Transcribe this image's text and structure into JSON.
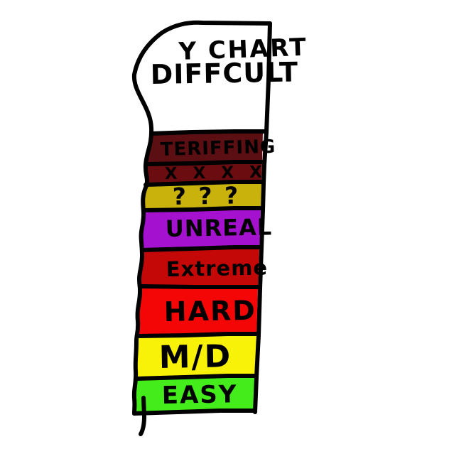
{
  "drawing": {
    "kind": "hand-drawn-difficulty-chart",
    "background_color": "#ffffff",
    "ink_color": "#000000",
    "title": {
      "line1": "Y CHART",
      "line2": "DIFFCULT",
      "reading": "DIFFICULTY CHART"
    },
    "bands": [
      {
        "label": "TERIFFING",
        "color": "#5c0f13",
        "rank": 1
      },
      {
        "label": "X X X X",
        "color": "#6b0d10",
        "rank": 2
      },
      {
        "label": "? ? ?",
        "color": "#c9b20b",
        "rank": 3
      },
      {
        "label": "UNREAL",
        "color": "#a512cf",
        "rank": 4
      },
      {
        "label": "Extreme",
        "color": "#c40808",
        "rank": 5
      },
      {
        "label": "HARD",
        "color": "#f40606",
        "rank": 6
      },
      {
        "label": "M/D",
        "color": "#f8f208",
        "rank": 7
      },
      {
        "label": "EASY",
        "color": "#44ec1c",
        "rank": 8
      }
    ]
  }
}
